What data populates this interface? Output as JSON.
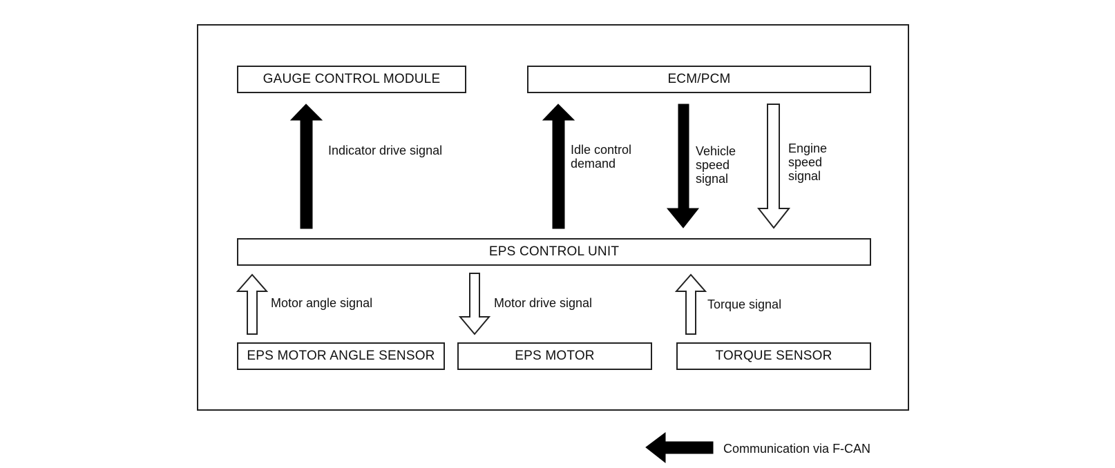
{
  "boxes": {
    "gauge_control_module": "GAUGE CONTROL MODULE",
    "ecm_pcm": "ECM/PCM",
    "eps_control_unit": "EPS CONTROL UNIT",
    "eps_motor_angle_sensor": "EPS MOTOR ANGLE SENSOR",
    "eps_motor": "EPS MOTOR",
    "torque_sensor": "TORQUE SENSOR"
  },
  "signals": {
    "indicator_drive": "Indicator drive signal",
    "idle_control": "Idle control\ndemand",
    "vehicle_speed": "Vehicle\nspeed\nsignal",
    "engine_speed": "Engine\nspeed\nsignal",
    "motor_angle": "Motor angle signal",
    "motor_drive": "Motor drive signal",
    "torque": "Torque signal"
  },
  "legend": {
    "fcan": "Communication via F-CAN"
  },
  "colors": {
    "line": "#222222",
    "can_arrow": "#000000",
    "hollow_arrow_fill": "#ffffff"
  }
}
